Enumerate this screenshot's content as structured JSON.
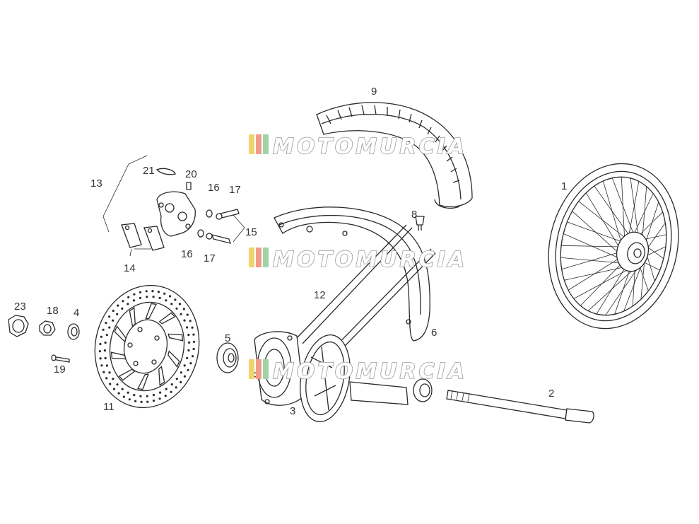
{
  "diagram": {
    "labels": {
      "p1": "1",
      "p2": "2",
      "p3": "3",
      "p4": "4",
      "p5": "5",
      "p6": "6",
      "p8": "8",
      "p9": "9",
      "p11": "11",
      "p12": "12",
      "p13": "13",
      "p14": "14",
      "p15": "15",
      "p16a": "16",
      "p16b": "16",
      "p17a": "17",
      "p17b": "17",
      "p18": "18",
      "p19": "19",
      "p20": "20",
      "p21": "21",
      "p23": "23"
    }
  },
  "watermark": {
    "text": "MOTOMURCIA",
    "colors": [
      "#f2d36b",
      "#f29a8a",
      "#9fd3a8"
    ]
  }
}
